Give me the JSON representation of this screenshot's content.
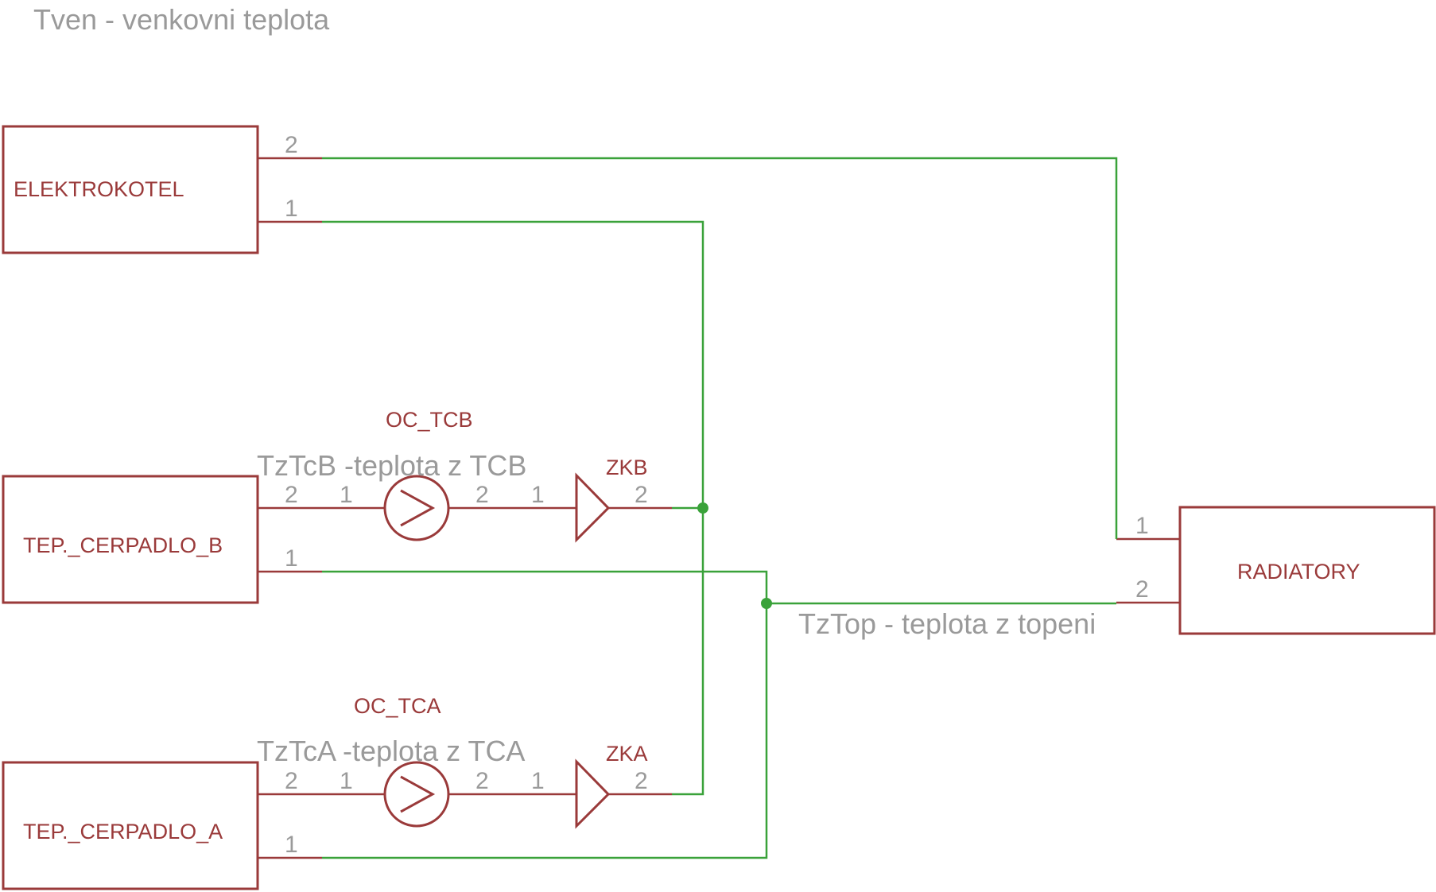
{
  "title": "Tven - venkovni teplota",
  "colors": {
    "component": "#9a3a3a",
    "wire": "#3aa23a",
    "label": "#9a9a9a",
    "background": "#ffffff"
  },
  "components": {
    "elektrokotel": {
      "name": "ELEKTROKOTEL",
      "pin_top": "2",
      "pin_bottom": "1"
    },
    "tep_cerpadlo_b": {
      "name": "TEP._CERPADLO_B",
      "pin_top": "2",
      "pin_bottom": "1"
    },
    "tep_cerpadlo_a": {
      "name": "TEP._CERPADLO_A",
      "pin_top": "2",
      "pin_bottom": "1"
    },
    "radiatory": {
      "name": "RADIATORY",
      "pin_top": "1",
      "pin_bottom": "2"
    },
    "oc_tcb": {
      "name": "OC_TCB",
      "pin_left": "1",
      "pin_right": "2"
    },
    "oc_tca": {
      "name": "OC_TCA",
      "pin_left": "1",
      "pin_right": "2"
    },
    "zkb": {
      "name": "ZKB",
      "pin_left": "1",
      "pin_right": "2"
    },
    "zka": {
      "name": "ZKA",
      "pin_left": "1",
      "pin_right": "2"
    }
  },
  "nets": {
    "tztcb": "TzTcB -teplota z TCB",
    "tztca": "TzTcA -teplota z TCA",
    "tztop": "TzTop - teplota z topeni"
  }
}
